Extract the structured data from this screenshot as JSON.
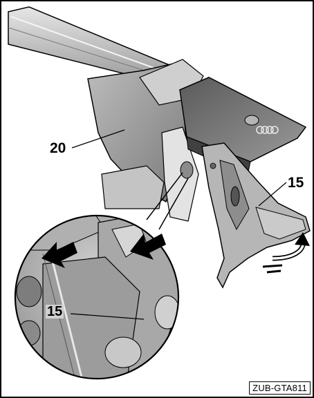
{
  "callouts": {
    "part_20": "20",
    "part_15_top": "15",
    "part_15_detail": "15"
  },
  "figure_ref": "ZUB-GTA811",
  "colors": {
    "line": "#000000",
    "light_gray": "#d8d8d8",
    "mid_gray": "#a6a6a6",
    "dark_gray": "#6e6e6e",
    "background": "#ffffff"
  },
  "icons": [
    "audi-rings-icon",
    "arrow-left-icon",
    "arrow-left-icon",
    "rotate-arrow-icon"
  ]
}
